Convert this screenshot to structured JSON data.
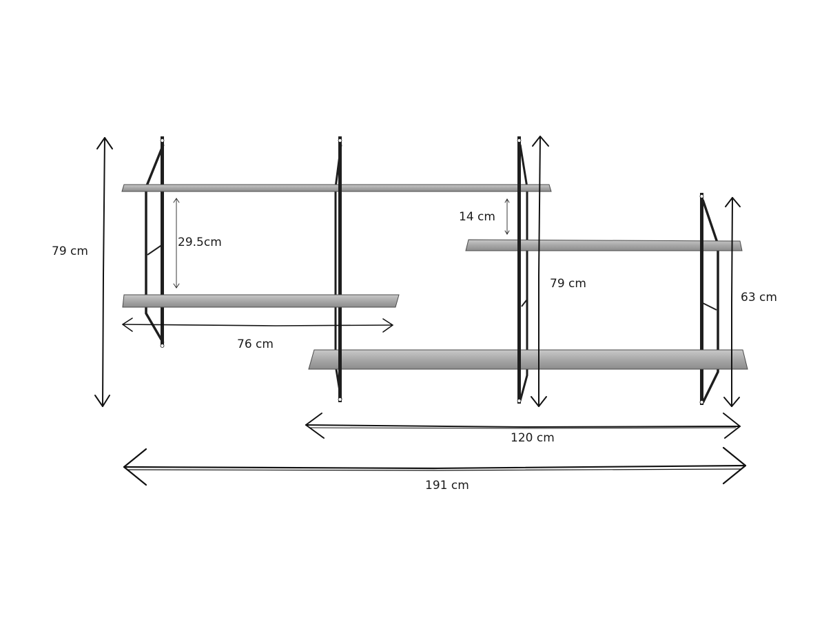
{
  "dimensions": {
    "left_height": "79 cm",
    "shelf_spacing": "29.5cm",
    "left_width": "76 cm",
    "top_gap": "14 cm",
    "middle_height": "79 cm",
    "right_height": "63 cm",
    "right_width": "120 cm",
    "total_width": "191 cm"
  },
  "colors": {
    "metal": "#1e1e1e",
    "wood_light": "#bdbdbd",
    "wood_dark": "#8a8a8a",
    "annotation": "#111111"
  }
}
